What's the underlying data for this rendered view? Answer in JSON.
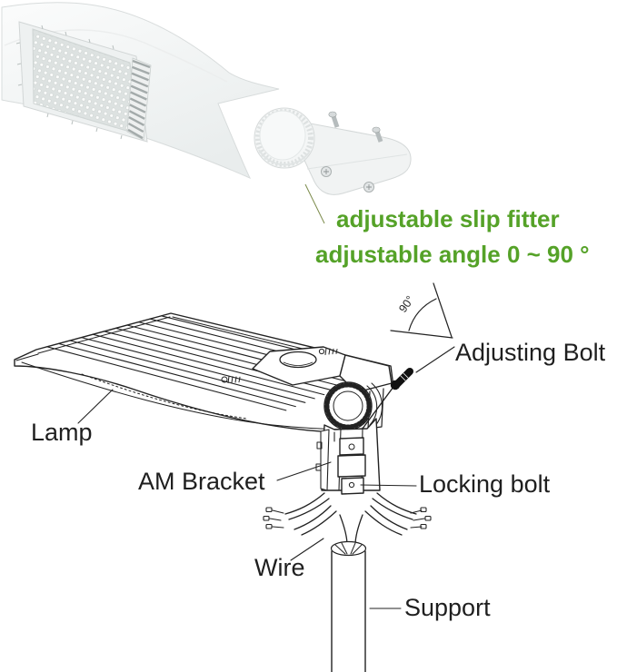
{
  "captions": {
    "line1": "adjustable slip fitter",
    "line2": "adjustable angle 0 ~ 90 °",
    "color": "#55a228"
  },
  "diagram": {
    "line_color": "#1f1f1f",
    "labels": {
      "adjusting_bolt": "Adjusting Bolt",
      "lamp": "Lamp",
      "am_bracket": "AM Bracket",
      "locking_bolt": "Locking bolt",
      "wire": "Wire",
      "support": "Support",
      "angle": "90°"
    }
  },
  "photo": {
    "subject": "white LED shoebox street light with adjustable slip fitter mount"
  }
}
